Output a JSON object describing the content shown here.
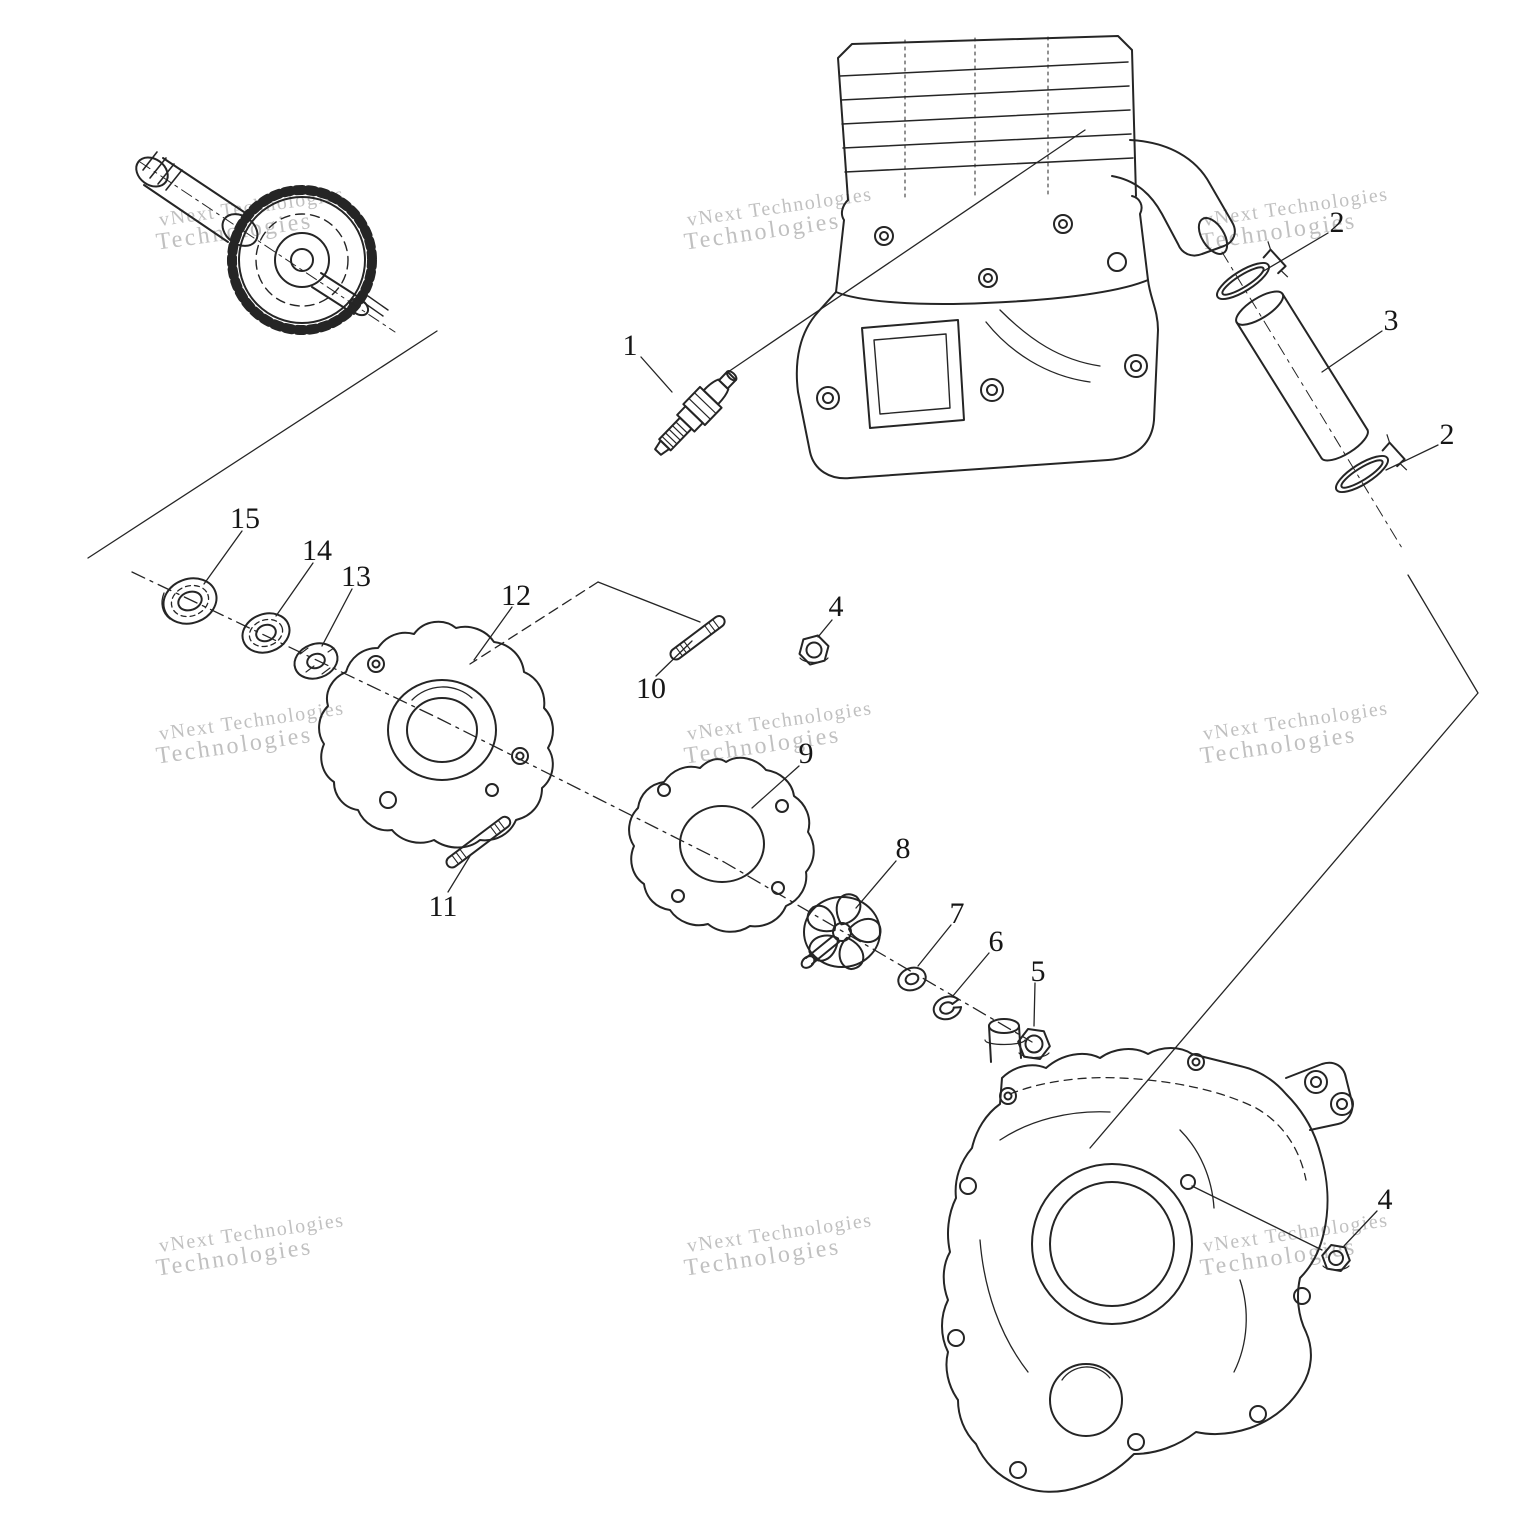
{
  "figure": {
    "callouts": [
      {
        "ref": "1"
      },
      {
        "ref": "2"
      },
      {
        "ref": "3"
      },
      {
        "ref": "2"
      },
      {
        "ref": "4"
      },
      {
        "ref": "5"
      },
      {
        "ref": "6"
      },
      {
        "ref": "7"
      },
      {
        "ref": "8"
      },
      {
        "ref": "9"
      },
      {
        "ref": "10"
      },
      {
        "ref": "11"
      },
      {
        "ref": "12"
      },
      {
        "ref": "13"
      },
      {
        "ref": "14"
      },
      {
        "ref": "15"
      },
      {
        "ref": "4"
      }
    ]
  },
  "watermark": {
    "line1": "vNext Technologies",
    "line2": "Technologies"
  },
  "colors": {
    "line": "#252525",
    "watermark": "#9a9a9a",
    "background": "#ffffff"
  }
}
